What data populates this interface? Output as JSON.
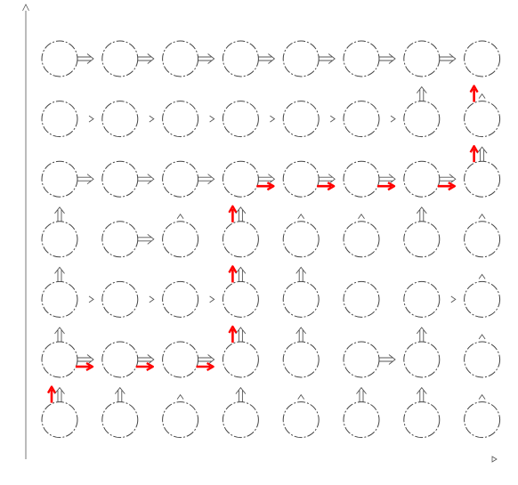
{
  "diagram": {
    "grid": {
      "rows": 7,
      "cols": 8
    },
    "style": {
      "node_stroke": "#444444",
      "edge_color": "#555555",
      "path_color": "#ff0000",
      "axis_color": "#555555"
    },
    "right_edges": [
      [
        0,
        0,
        "double"
      ],
      [
        0,
        1,
        "double"
      ],
      [
        0,
        2,
        "double"
      ],
      [
        0,
        3,
        "double"
      ],
      [
        0,
        4,
        "double"
      ],
      [
        0,
        5,
        "double"
      ],
      [
        0,
        6,
        "double"
      ],
      [
        1,
        0,
        "small"
      ],
      [
        1,
        1,
        "small"
      ],
      [
        1,
        2,
        "small"
      ],
      [
        1,
        3,
        "small"
      ],
      [
        1,
        4,
        "small"
      ],
      [
        1,
        5,
        "small"
      ],
      [
        2,
        0,
        "double"
      ],
      [
        2,
        1,
        "double"
      ],
      [
        2,
        2,
        "double"
      ],
      [
        2,
        3,
        "double"
      ],
      [
        2,
        4,
        "double"
      ],
      [
        2,
        5,
        "double"
      ],
      [
        2,
        6,
        "double"
      ],
      [
        3,
        1,
        "double"
      ],
      [
        4,
        0,
        "small"
      ],
      [
        4,
        1,
        "small"
      ],
      [
        4,
        2,
        "small"
      ],
      [
        4,
        6,
        "small"
      ],
      [
        5,
        0,
        "double"
      ],
      [
        5,
        1,
        "double"
      ],
      [
        5,
        2,
        "double"
      ],
      [
        5,
        5,
        "double"
      ]
    ],
    "up_edges": [
      [
        1,
        6,
        "double"
      ],
      [
        1,
        7,
        "small"
      ],
      [
        2,
        7,
        "double"
      ],
      [
        3,
        0,
        "double"
      ],
      [
        3,
        2,
        "small"
      ],
      [
        3,
        3,
        "double"
      ],
      [
        3,
        4,
        "small"
      ],
      [
        3,
        5,
        "small"
      ],
      [
        3,
        6,
        "double"
      ],
      [
        3,
        7,
        "small"
      ],
      [
        4,
        0,
        "double"
      ],
      [
        4,
        3,
        "double"
      ],
      [
        4,
        4,
        "double"
      ],
      [
        4,
        7,
        "small"
      ],
      [
        5,
        0,
        "double"
      ],
      [
        5,
        3,
        "double"
      ],
      [
        5,
        4,
        "double"
      ],
      [
        5,
        6,
        "double"
      ],
      [
        5,
        7,
        "small"
      ],
      [
        6,
        0,
        "double"
      ],
      [
        6,
        1,
        "double"
      ],
      [
        6,
        2,
        "small"
      ],
      [
        6,
        3,
        "double"
      ],
      [
        6,
        4,
        "small"
      ],
      [
        6,
        5,
        "double"
      ],
      [
        6,
        6,
        "double"
      ],
      [
        6,
        7,
        "small"
      ]
    ],
    "path_right": [
      [
        5,
        0
      ],
      [
        5,
        1
      ],
      [
        5,
        2
      ],
      [
        2,
        3
      ],
      [
        2,
        4
      ],
      [
        2,
        5
      ],
      [
        2,
        6
      ]
    ],
    "path_up": [
      [
        6,
        0
      ],
      [
        5,
        3
      ],
      [
        4,
        3
      ],
      [
        3,
        3
      ],
      [
        2,
        7
      ],
      [
        1,
        7
      ]
    ]
  }
}
